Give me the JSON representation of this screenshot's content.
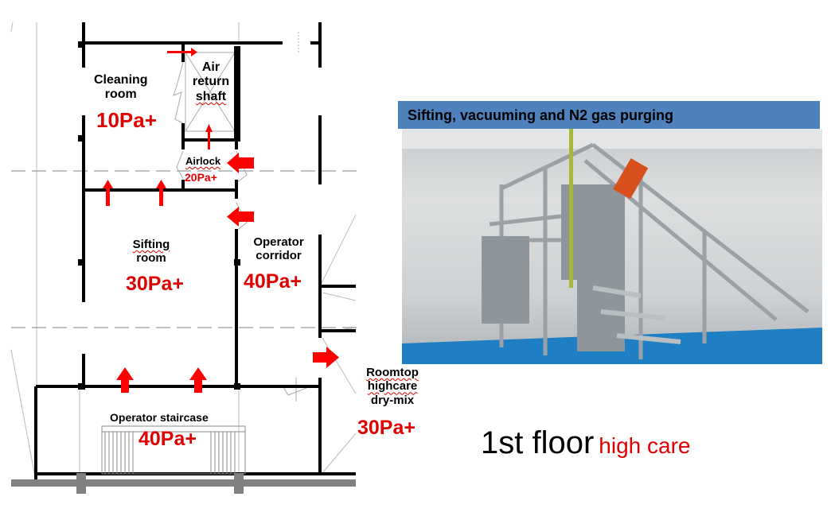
{
  "floor_plan": {
    "rooms": {
      "cleaning_room": {
        "name": "Cleaning room",
        "name_line1": "Cleaning",
        "name_line2": "room",
        "pressure": "10Pa+"
      },
      "air_return_shaft": {
        "name_line1": "Air",
        "name_line2": "return",
        "name_line3": "shaft"
      },
      "airlock": {
        "name": "Airlock",
        "pressure": "20Pa+"
      },
      "sifting_room": {
        "name_line1": "Sifting",
        "name_line2": "room",
        "pressure": "30Pa+"
      },
      "operator_corridor": {
        "name_line1": "Operator",
        "name_line2": "corridor",
        "pressure": "40Pa+"
      },
      "operator_staircase": {
        "name": "Operator staircase",
        "pressure": "40Pa+"
      },
      "roomtop": {
        "name_line1": "Roomtop",
        "name_line2": "highcare",
        "name_line3": "dry-mix",
        "pressure": "30Pa+"
      }
    },
    "colors": {
      "airflow_arrow": "#ff0000",
      "wall": "#000000",
      "pressure_text": "#e00000"
    }
  },
  "photo": {
    "caption": "Sifting, vacuuming and N2 gas purging",
    "header_color": "#4f81bd"
  },
  "slide_title": {
    "main": "1st floor",
    "sub": "high care"
  }
}
